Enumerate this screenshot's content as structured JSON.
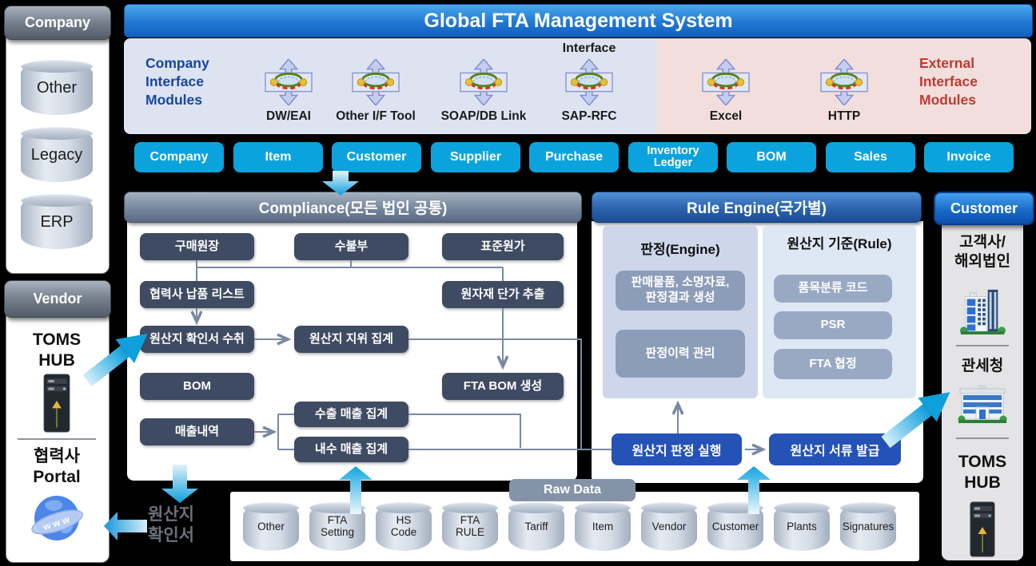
{
  "header": {
    "title": "Global FTA Management System"
  },
  "interface_band": {
    "company_label": "Company\nInterface\nModules",
    "interface_label": "Interface",
    "external_label": "External\nInterface\nModules",
    "company_modules": [
      "DW/EAI",
      "Other I/F Tool",
      "SOAP/DB Link",
      "SAP-RFC"
    ],
    "external_modules": [
      "Excel",
      "HTTP"
    ]
  },
  "master_buttons": [
    "Company",
    "Item",
    "Customer",
    "Supplier",
    "Purchase",
    "Inventory\nLedger",
    "BOM",
    "Sales",
    "Invoice"
  ],
  "sidebar_left": {
    "company_header": "Company",
    "company_systems": [
      "Other",
      "Legacy",
      "ERP"
    ],
    "vendor_header": "Vendor",
    "toms_hub": "TOMS\nHUB",
    "portal": "협력사\nPortal"
  },
  "compliance": {
    "title": "Compliance(모든 법인 공통)",
    "purchase_ledger": "구매원장",
    "inventory_book": "수불부",
    "standard_cost": "표준원가",
    "vendor_delivery_list": "협력사 납품 리스트",
    "material_unit_price": "원자재 단가 추출",
    "coo_certificate_receipt": "원산지 확인서 수취",
    "coo_status_aggregation": "원산지 지위 집계",
    "bom": "BOM",
    "fta_bom_creation": "FTA BOM 생성",
    "sales_detail": "매출내역",
    "export_sales_agg": "수출 매출 집계",
    "domestic_sales_agg": "내수 매출 집계"
  },
  "rule_engine": {
    "title": "Rule Engine(국가별)",
    "engine_title": "판정(Engine)",
    "engine_boxes": [
      "판매물품, 소명자료,\n판정결과 생성",
      "판정이력 관리"
    ],
    "rule_title": "원산지 기준(Rule)",
    "rule_boxes": [
      "품목분류 코드",
      "PSR",
      "FTA 협정"
    ]
  },
  "actions": {
    "judge": "원산지 판정 실행",
    "issue": "원산지 서류 발급"
  },
  "raw_data": {
    "title": "Raw Data",
    "stores": [
      "Other",
      "FTA\nSetting",
      "HS\nCode",
      "FTA\nRULE",
      "Tariff",
      "Item",
      "Vendor",
      "Customer",
      "Plants",
      "Signatures"
    ]
  },
  "sidebar_right": {
    "header": "Customer",
    "customer_item": "고객사/\n해외법인",
    "customs_item": "관세청",
    "toms_hub": "TOMS\nHUB"
  },
  "annotations": {
    "origin_certificate": "원산지\n확인서"
  },
  "icons": {
    "interface_icon": "4-way-sync-exchange",
    "server_icon": "server-tower",
    "globe_icon": "www-globe",
    "office_building_icon": "office-building",
    "government_building_icon": "government-building",
    "cylinder_icon": "database-cylinder"
  },
  "colors": {
    "cyan_button": "#0ba3dd",
    "action_button": "#2452b6",
    "dark_box": "#3e4b62",
    "engine_box": "#8c9db9",
    "arrow_cyan": "#14a5e0",
    "company_label_blue": "#17469e",
    "external_label_red": "#c0392f",
    "header_blue": "#1160bd"
  }
}
